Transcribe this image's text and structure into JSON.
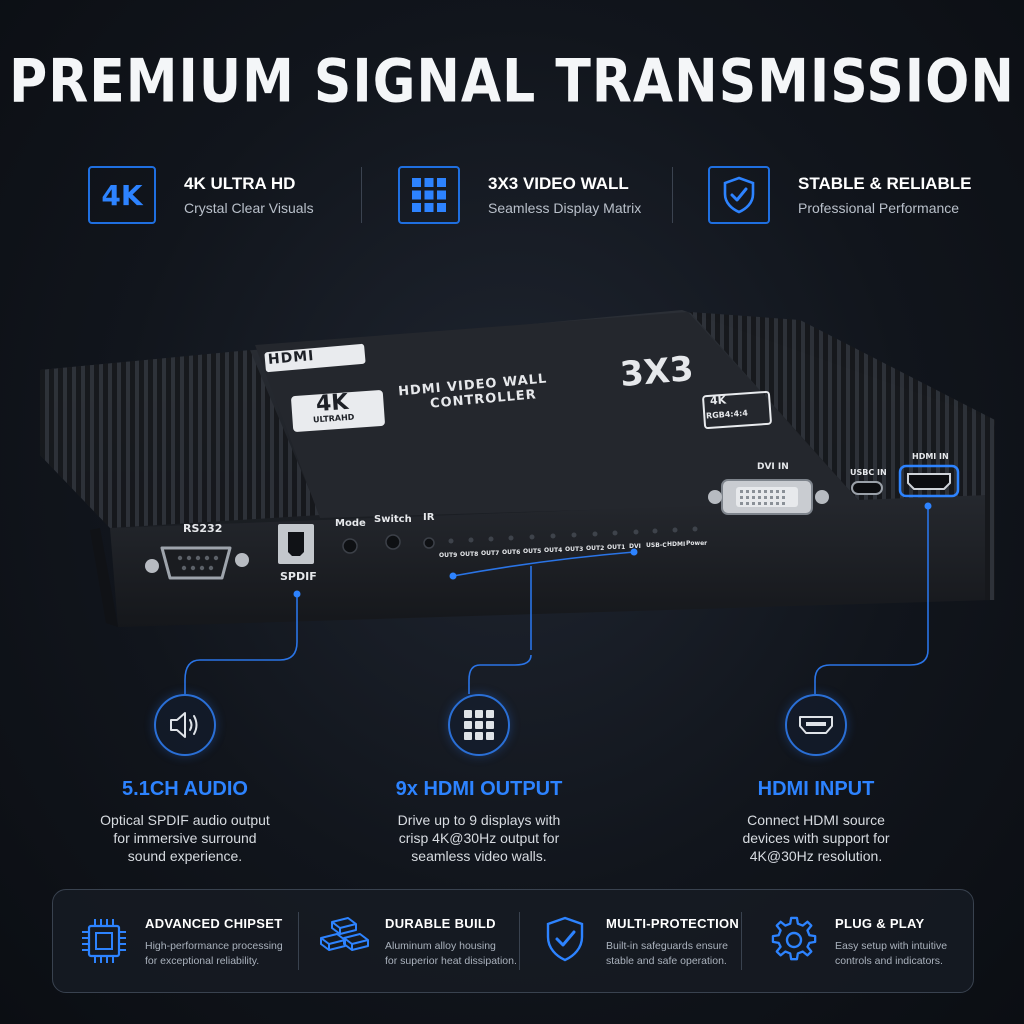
{
  "title": "PREMIUM SIGNAL TRANSMISSION",
  "top_features": [
    {
      "icon": "4k-icon",
      "icon_text": "4K",
      "title": "4K ULTRA HD",
      "subtitle": "Crystal Clear Visuals"
    },
    {
      "icon": "grid-icon",
      "title": "3X3 VIDEO WALL",
      "subtitle": "Seamless Display Matrix"
    },
    {
      "icon": "shield-check-icon",
      "title": "STABLE & RELIABLE",
      "subtitle": "Professional Performance"
    }
  ],
  "device": {
    "hdmi_logo": "HDMI",
    "badge_4k": "4K",
    "badge_ultrahd": "ULTRAHD",
    "product_line1": "HDMI VIDEO WALL",
    "product_line2": "CONTROLLER",
    "product_size": "3X3",
    "badge_4k_small": "4K",
    "rgb_label": "RGB4:4:4",
    "ports": {
      "rs232": "RS232",
      "spdif": "SPDIF",
      "mode": "Mode",
      "switch": "Switch",
      "ir": "IR",
      "dvi_in": "DVI IN",
      "usbc_in": "USBC IN",
      "hdmi_in": "HDMI IN"
    },
    "leds": [
      "OUT9",
      "OUT8",
      "OUT7",
      "OUT6",
      "OUT5",
      "OUT4",
      "OUT3",
      "OUT2",
      "OUT1",
      "DVI",
      "USB-C",
      "HDMI",
      "Power"
    ]
  },
  "callouts": [
    {
      "icon": "speaker-icon",
      "title": "5.1CH AUDIO",
      "desc": [
        "Optical SPDIF audio output",
        "for immersive surround",
        "sound experience."
      ]
    },
    {
      "icon": "grid-icon",
      "title": "9x HDMI OUTPUT",
      "desc": [
        "Drive up to 9 displays with",
        "crisp 4K@30Hz  output for",
        "seamless video walls."
      ]
    },
    {
      "icon": "hdmi-port-icon",
      "title": "HDMI INPUT",
      "desc": [
        "Connect HDMI source",
        "devices with support for",
        "4K@30Hz  resolution."
      ]
    }
  ],
  "bottom_features": [
    {
      "icon": "chip-icon",
      "title": "ADVANCED CHIPSET",
      "desc": [
        "High-performance processing",
        "for exceptional reliability."
      ]
    },
    {
      "icon": "bricks-icon",
      "title": "DURABLE BUILD",
      "desc": [
        "Aluminum alloy housing",
        "for superior heat dissipation."
      ]
    },
    {
      "icon": "shield-check-icon",
      "title": "MULTI-PROTECTION",
      "desc": [
        "Built-in safeguards ensure",
        "stable and safe operation."
      ]
    },
    {
      "icon": "gear-icon",
      "title": "PLUG & PLAY",
      "desc": [
        "Easy setup with intuitive",
        "controls and indicators."
      ]
    }
  ],
  "colors": {
    "accent": "#2d83ff",
    "border": "#1f6fe0",
    "background": "#11151c"
  }
}
